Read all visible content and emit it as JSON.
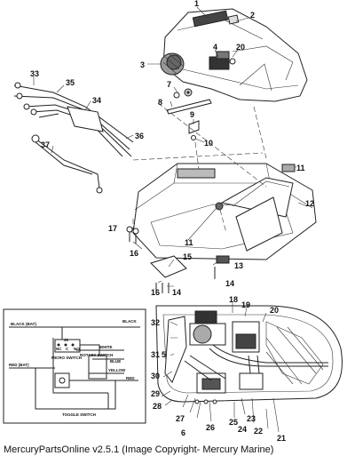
{
  "diagram": {
    "callouts": {
      "c1": "1",
      "c2": "2",
      "c3": "3",
      "c4": "4",
      "c5": "5",
      "c6": "6",
      "c7": "7",
      "c8": "8",
      "c9": "9",
      "c10": "10",
      "c11a": "11",
      "c11b": "11",
      "c12": "12",
      "c13": "13",
      "c14a": "14",
      "c14b": "14",
      "c15": "15",
      "c16a": "16",
      "c16b": "16",
      "c17": "17",
      "c18": "18",
      "c19": "19",
      "c20a": "20",
      "c20b": "20",
      "c21": "21",
      "c22": "22",
      "c23": "23",
      "c24": "24",
      "c25": "25",
      "c26": "26",
      "c27": "27",
      "c28": "28",
      "c29": "29",
      "c30": "30",
      "c31": "31",
      "c32": "32",
      "c33": "33",
      "c34": "34",
      "c35": "35",
      "c36": "36",
      "c37": "37"
    },
    "wiring": {
      "black_bat": "BLACK (BAT)",
      "black": "BLACK",
      "white": "WHITE",
      "blue": "BLUE",
      "yellow": "YELLOW",
      "red_bat": "RED (BAT)",
      "red": "RED",
      "rotary_switch": "ROTARY SWITCH",
      "micro_switch": "MICRO SWITCH",
      "toggle_switch": "TOGGLE SWITCH",
      "term_30": "30",
      "term_nc": "NC",
      "term_no": "NO",
      "term_c": "C"
    }
  },
  "footer": {
    "text": "MercuryPartsOnline v2.5.1 (Image Copyright- Mercury Marine)"
  }
}
